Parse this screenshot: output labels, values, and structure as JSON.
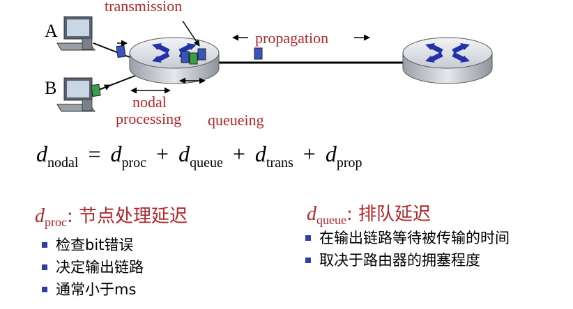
{
  "diagram": {
    "labels": {
      "transmission": "transmission",
      "propagation": "propagation",
      "nodal": "nodal",
      "processing": "processing",
      "queueing": "queueing",
      "host_a": "A",
      "host_b": "B"
    },
    "colors": {
      "label_red": "#b0282c",
      "packet_blue": "#3a55b8",
      "packet_green": "#3aa045",
      "router_arrows": "#2233aa",
      "bullet": "#2e3fa0"
    }
  },
  "formula": {
    "d": "d",
    "nodal": "nodal",
    "proc": "proc",
    "queue": "queue",
    "trans": "trans",
    "prop": "prop",
    "eq": "=",
    "plus": "+"
  },
  "left_section": {
    "d": "d",
    "sub": "proc",
    "title": ": 节点处理延迟",
    "items": [
      "检查bit错误",
      "决定输出链路",
      "通常小于ms"
    ]
  },
  "right_section": {
    "d": "d",
    "sub": "queue",
    "title": ": 排队延迟",
    "items": [
      "在输出链路等待被传输的时间",
      "取决于路由器的拥塞程度"
    ]
  }
}
